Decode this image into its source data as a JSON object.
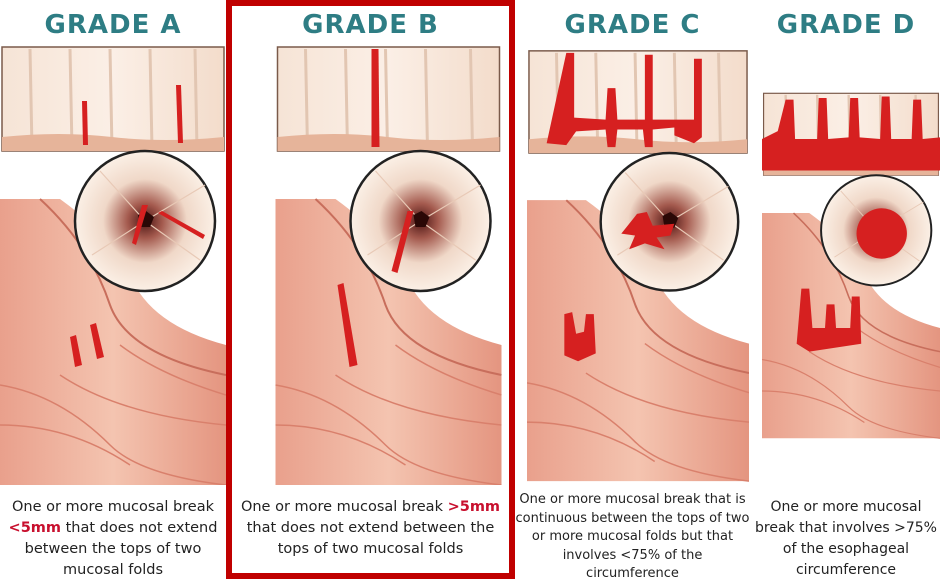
{
  "colors": {
    "title": "#2e7d84",
    "highlight_border": "#c00000",
    "highlight_text": "#c8102e",
    "lesion": "#d62020"
  },
  "grades": [
    {
      "title": "GRADE A",
      "caption": {
        "pre": "One or more mucosal break ",
        "highlight": "<5mm",
        "post": " that does not extend between the tops of two mucosal folds"
      }
    },
    {
      "title": "GRADE B",
      "caption": {
        "pre": "One or more mucosal break ",
        "highlight": ">5mm",
        "post": " that does not extend between the tops of two mucosal folds"
      }
    },
    {
      "title": "GRADE C",
      "caption": {
        "text": "One or more mucosal break that is continuous between the tops of two or more mucosal folds but that involves <75% of the circumference"
      }
    },
    {
      "title": "GRADE D",
      "caption": {
        "text": "One or more mucosal break that involves >75% of the esophageal circumference"
      }
    }
  ]
}
